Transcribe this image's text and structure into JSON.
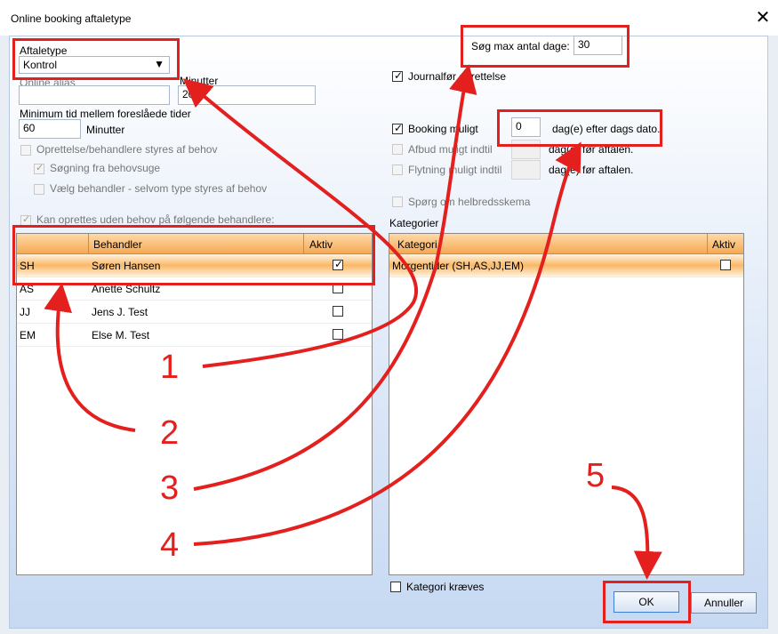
{
  "window": {
    "title": "Online booking aftaletype"
  },
  "aftaletype": {
    "label": "Aftaletype",
    "value": "Kontrol"
  },
  "online_alias": {
    "label": "Online alias",
    "value": ""
  },
  "minutter": {
    "label": "Minutter",
    "value": "20"
  },
  "min_tid": {
    "label": "Minimum tid mellem foreslåede tider",
    "value": "60",
    "unit": "Minutter"
  },
  "options": {
    "oprettelse": "Oprettelse/behandlere styres af behov",
    "soegning": "Søgning fra behovsuge",
    "vaelg": "Vælg behandler - selvom type styres af behov",
    "kan_oprettes": "Kan oprettes uden behov på følgende behandlere:"
  },
  "behandler_table": {
    "columns": [
      "",
      "Behandler",
      "Aktiv"
    ],
    "rows": [
      {
        "code": "SH",
        "name": "Søren Hansen",
        "active": true
      },
      {
        "code": "AS",
        "name": "Anette Schultz",
        "active": false
      },
      {
        "code": "JJ",
        "name": "Jens J. Test",
        "active": false
      },
      {
        "code": "EM",
        "name": "Else M. Test",
        "active": false
      }
    ]
  },
  "soeg_max": {
    "label": "Søg max antal dage:",
    "value": "30"
  },
  "journalfoer": {
    "label": "Journalfør oprettelse",
    "checked": true
  },
  "booking": {
    "label": "Booking muligt",
    "checked": true,
    "value": "0",
    "suffix": "dag(e) efter dags dato."
  },
  "afbud": {
    "label": "Afbud muligt indtil",
    "suffix": "dag(e) før aftalen."
  },
  "flytning": {
    "label": "Flytning muligt indtil",
    "suffix": "dag(e) før aftalen."
  },
  "spoerg": {
    "label": "Spørg om helbredsskema"
  },
  "kategorier": {
    "label": "Kategorier",
    "columns": [
      "Kategori",
      "Aktiv"
    ],
    "rows": [
      {
        "name": "Morgentider (SH,AS,JJ,EM)",
        "active": false
      }
    ]
  },
  "kategori_kraeves": {
    "label": "Kategori kræves"
  },
  "buttons": {
    "ok": "OK",
    "annuller": "Annuller"
  },
  "annotations": {
    "n1": "1",
    "n2": "2",
    "n3": "3",
    "n4": "4",
    "n5": "5",
    "color": "#e3201e"
  }
}
